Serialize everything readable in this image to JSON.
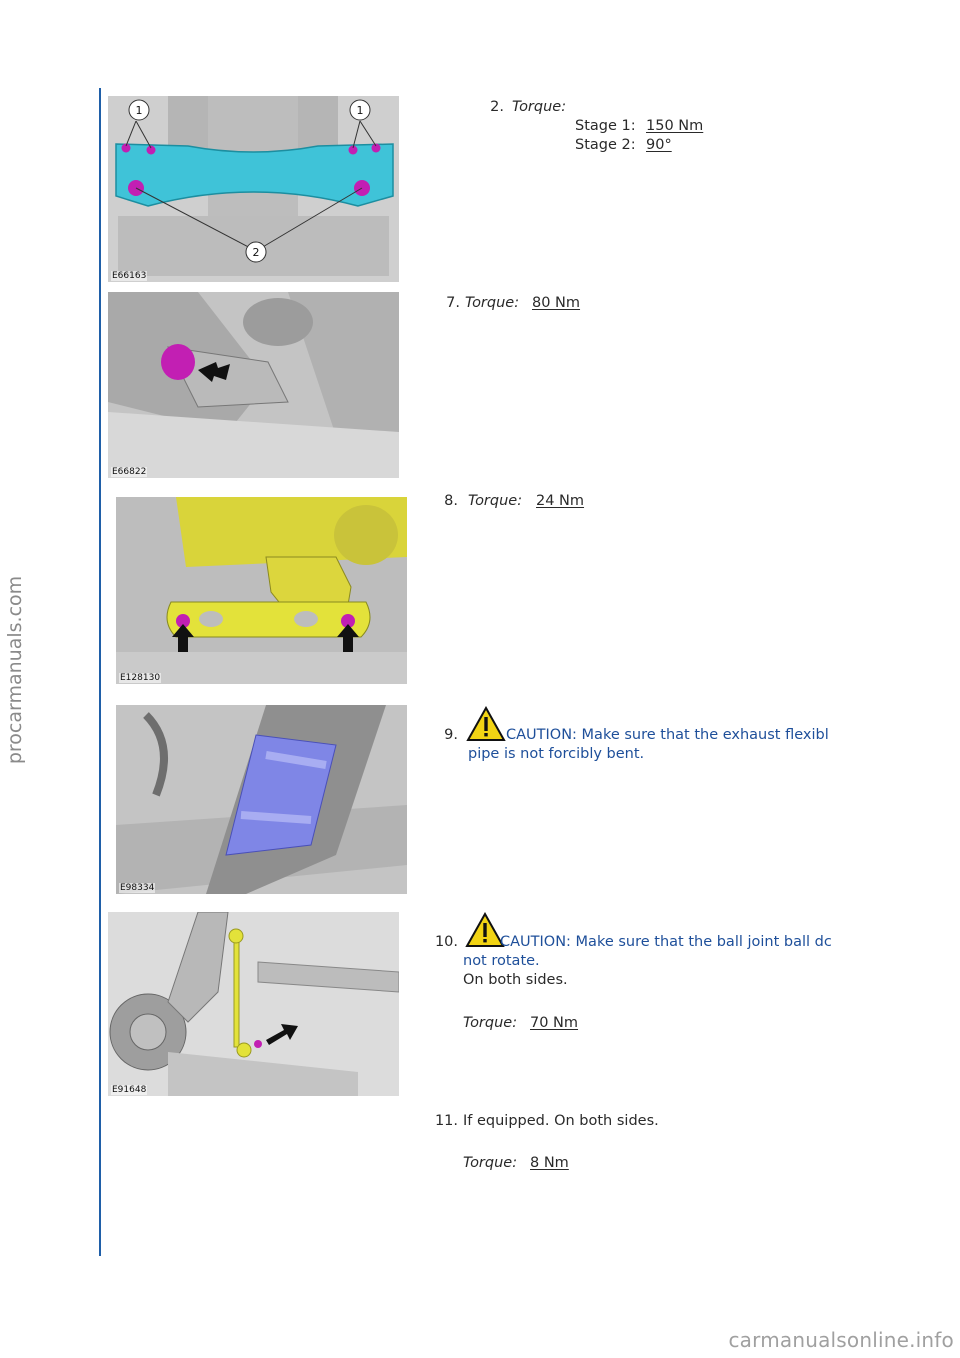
{
  "watermarks": {
    "side": "procarmanuals.com",
    "footer": "carmanualsonline.info"
  },
  "figures": [
    {
      "id": "E66163",
      "callout_1": "1",
      "callout_2": "2"
    },
    {
      "id": "E66822"
    },
    {
      "id": "E128130"
    },
    {
      "id": "E98334"
    },
    {
      "id": "E91648"
    }
  ],
  "steps": {
    "s2": {
      "number": "2.",
      "torque_label": "Torque:",
      "stage1_label": "Stage 1:",
      "stage1_value": "150 Nm",
      "stage2_label": "Stage 2:",
      "stage2_value": "90°"
    },
    "s7": {
      "number": "7.",
      "torque_label": "Torque:",
      "torque_value": "80 Nm"
    },
    "s8": {
      "number": "8.",
      "torque_label": "Torque:",
      "torque_value": "24 Nm"
    },
    "s9": {
      "number": "9.",
      "caution_line1": "CAUTION: Make sure that the exhaust flexibl",
      "caution_line2": "pipe is not forcibly bent."
    },
    "s10": {
      "number": "10.",
      "caution_line1": "CAUTION: Make sure that the ball joint ball dc",
      "caution_line2": "not rotate.",
      "note": "On both sides.",
      "torque_label": "Torque:",
      "torque_value": "70 Nm"
    },
    "s11": {
      "number": "11.",
      "note": "If equipped. On both sides.",
      "torque_label": "Torque:",
      "torque_value": "8 Nm"
    }
  },
  "colors": {
    "rule": "#1f5fa8",
    "caution": "#1e4f9a",
    "highlight_cyan": "#3fc3d8",
    "highlight_magenta": "#c21fb3",
    "highlight_yellow": "#e3e23a",
    "highlight_blue": "#7f86e6"
  }
}
